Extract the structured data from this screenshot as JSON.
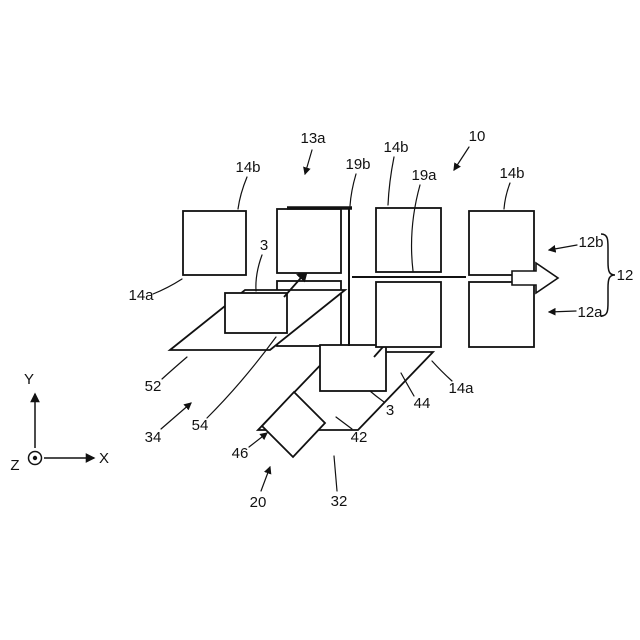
{
  "figure": {
    "ink": "#111111",
    "background": "#ffffff",
    "labels": {
      "ref_13a": "13a",
      "ref_14b_top1": "14b",
      "ref_19b": "19b",
      "ref_14b_top2": "14b",
      "ref_19a": "19a",
      "ref_10": "10",
      "ref_14b_top3": "14b",
      "ref_12b": "12b",
      "ref_12": "12",
      "ref_12a": "12a",
      "ref_14a_left": "14a",
      "ref_3_upper": "3",
      "ref_52": "52",
      "ref_34": "34",
      "ref_54": "54",
      "ref_46": "46",
      "ref_20": "20",
      "ref_42": "42",
      "ref_32": "32",
      "ref_44": "44",
      "ref_14a_right": "14a",
      "ref_3_lower": "3"
    },
    "axes": {
      "x_label": "X",
      "y_label": "Y",
      "z_label": "Z"
    }
  }
}
